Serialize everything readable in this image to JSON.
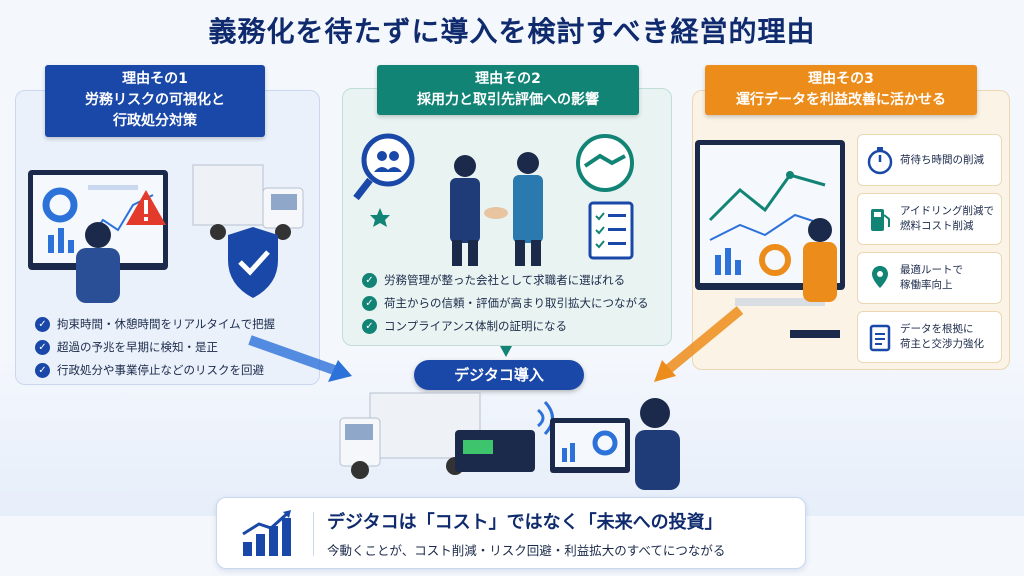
{
  "title": "義務化を待たずに導入を検討すべき経営的理由",
  "reasons": [
    {
      "label": "理由その1",
      "heading_line1": "労務リスクの可視化と",
      "heading_line2": "行政処分対策",
      "color": "#1a48a8",
      "bullets": [
        "拘束時間・休憩時間をリアルタイムで把握",
        "超過の予兆を早期に検知・是正",
        "行政処分や事業停止などのリスクを回避"
      ]
    },
    {
      "label": "理由その2",
      "heading_line1": "採用力と取引先評価への影響",
      "color": "#128476",
      "bullets": [
        "労務管理が整った会社として求職者に選ばれる",
        "荷主からの信頼・評価が高まり取引拡大につながる",
        "コンプライアンス体制の証明になる"
      ]
    },
    {
      "label": "理由その3",
      "heading_line1": "運行データを利益改善に活かせる",
      "color": "#ec8c1a",
      "tiles": [
        {
          "icon": "stopwatch-icon",
          "line1": "荷待ち時間の削減",
          "line2": ""
        },
        {
          "icon": "fuel-pump-icon",
          "line1": "アイドリング削減で",
          "line2": "燃料コスト削減"
        },
        {
          "icon": "route-pin-icon",
          "line1": "最適ルートで",
          "line2": "稼働率向上"
        },
        {
          "icon": "clipboard-icon",
          "line1": "データを根拠に",
          "line2": "荷主と交渉力強化"
        }
      ]
    }
  ],
  "center_label": "デジタコ導入",
  "bottom": {
    "headline": "デジタコは「コスト」ではなく「未来への投資」",
    "subline": "今動くことが、コスト削減・リスク回避・利益拡大のすべてにつながる"
  }
}
